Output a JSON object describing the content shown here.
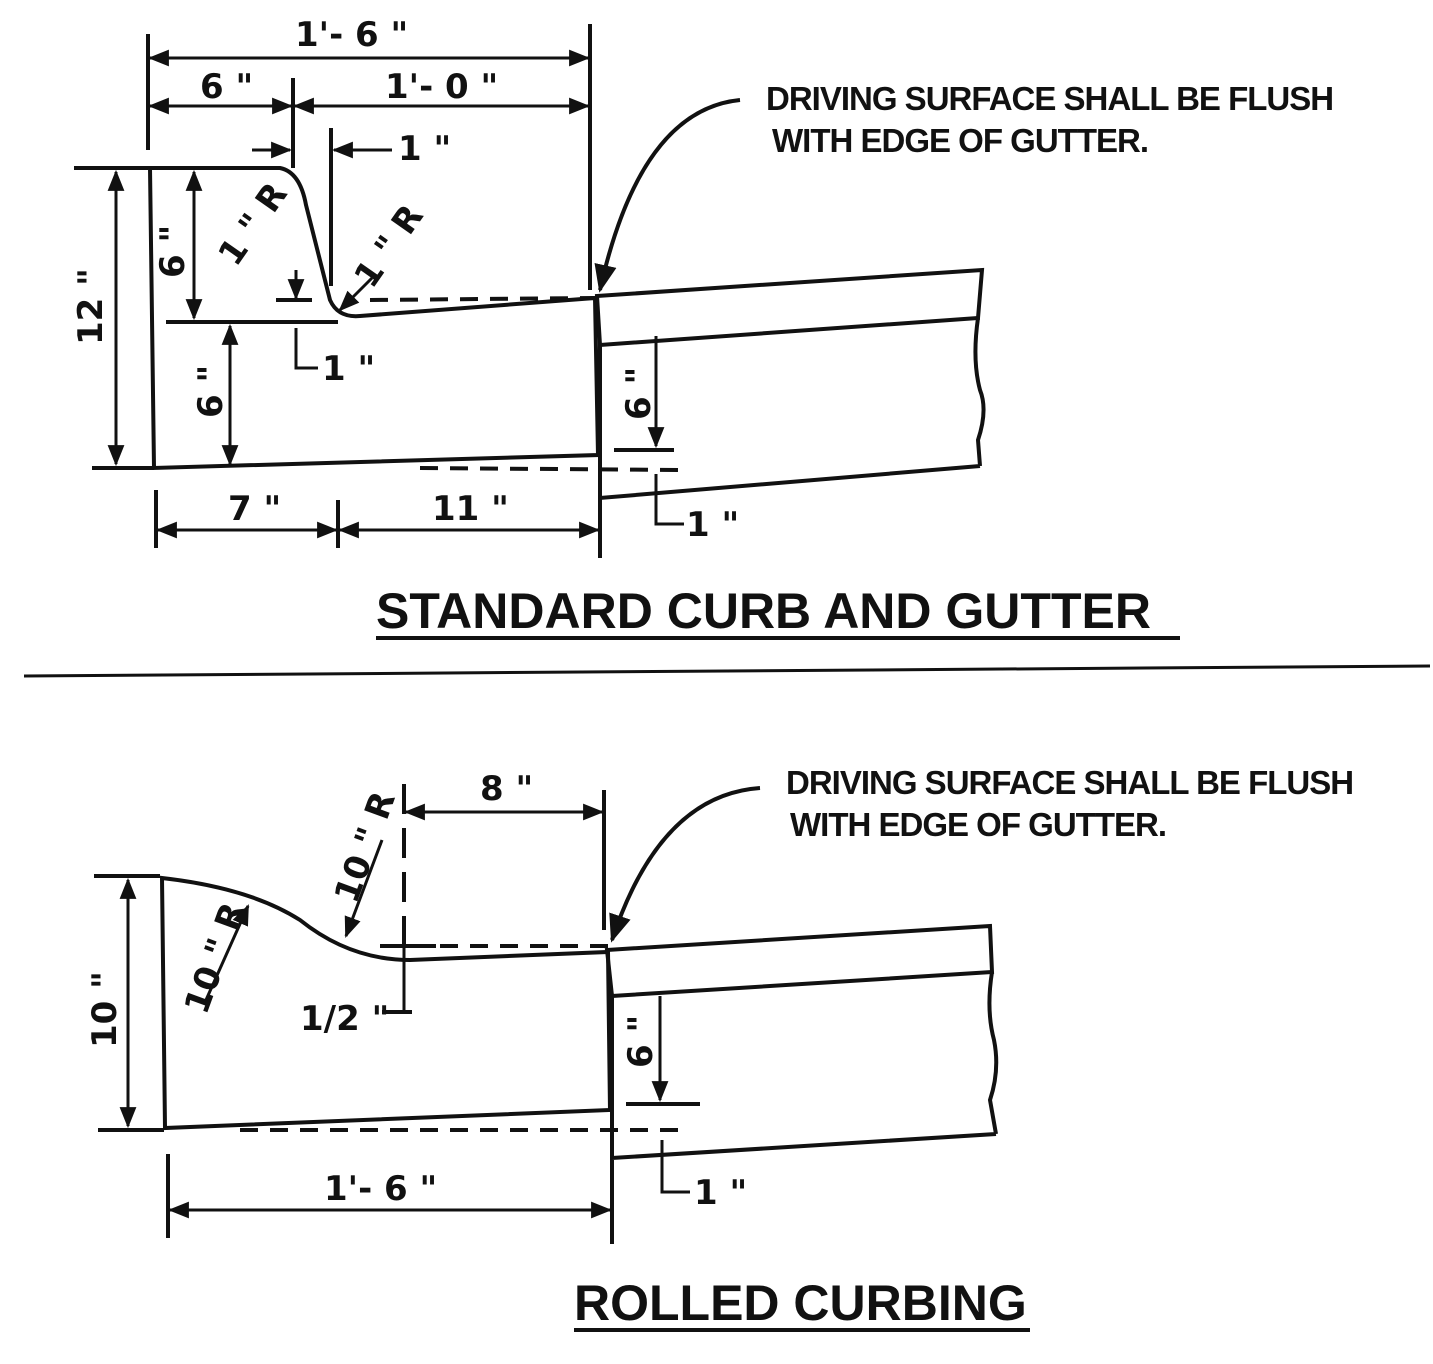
{
  "standard": {
    "title": "STANDARD CURB AND GUTTER",
    "note_line1": "DRIVING SURFACE SHALL BE FLUSH",
    "note_line2": "WITH EDGE OF GUTTER.",
    "dim_overall_width": "1'- 6 \"",
    "dim_top_curb": "6 \"",
    "dim_gutter_width": "1'- 0 \"",
    "dim_batter": "1 \"",
    "dim_radius_top": "1 \" R",
    "dim_radius_bottom": "1 \" R",
    "dim_total_height": "12 \"",
    "dim_upper_height": "6 \"",
    "dim_lower_height": "6 \"",
    "dim_gutter_depression": "1 \"",
    "dim_base_left": "7 \"",
    "dim_base_right": "11 \"",
    "dim_pavement_depth": "6 \"",
    "dim_pavement_offset": "1 \""
  },
  "rolled": {
    "title": "ROLLED CURBING",
    "note_line1": "DRIVING SURFACE SHALL BE FLUSH",
    "note_line2": "WITH EDGE OF GUTTER.",
    "dim_top_width": "8 \"",
    "dim_radius_upper": "10 \" R",
    "dim_radius_lower": "10 \" R",
    "dim_height": "10 \"",
    "dim_gutter_depression": "1/2 \"",
    "dim_overall_width": "1'- 6 \"",
    "dim_pavement_depth": "6 \"",
    "dim_pavement_offset": "1 \""
  },
  "colors": {
    "ink": "#111111",
    "concrete": "#f4f4f4",
    "asphalt": "#3a3a3a"
  }
}
